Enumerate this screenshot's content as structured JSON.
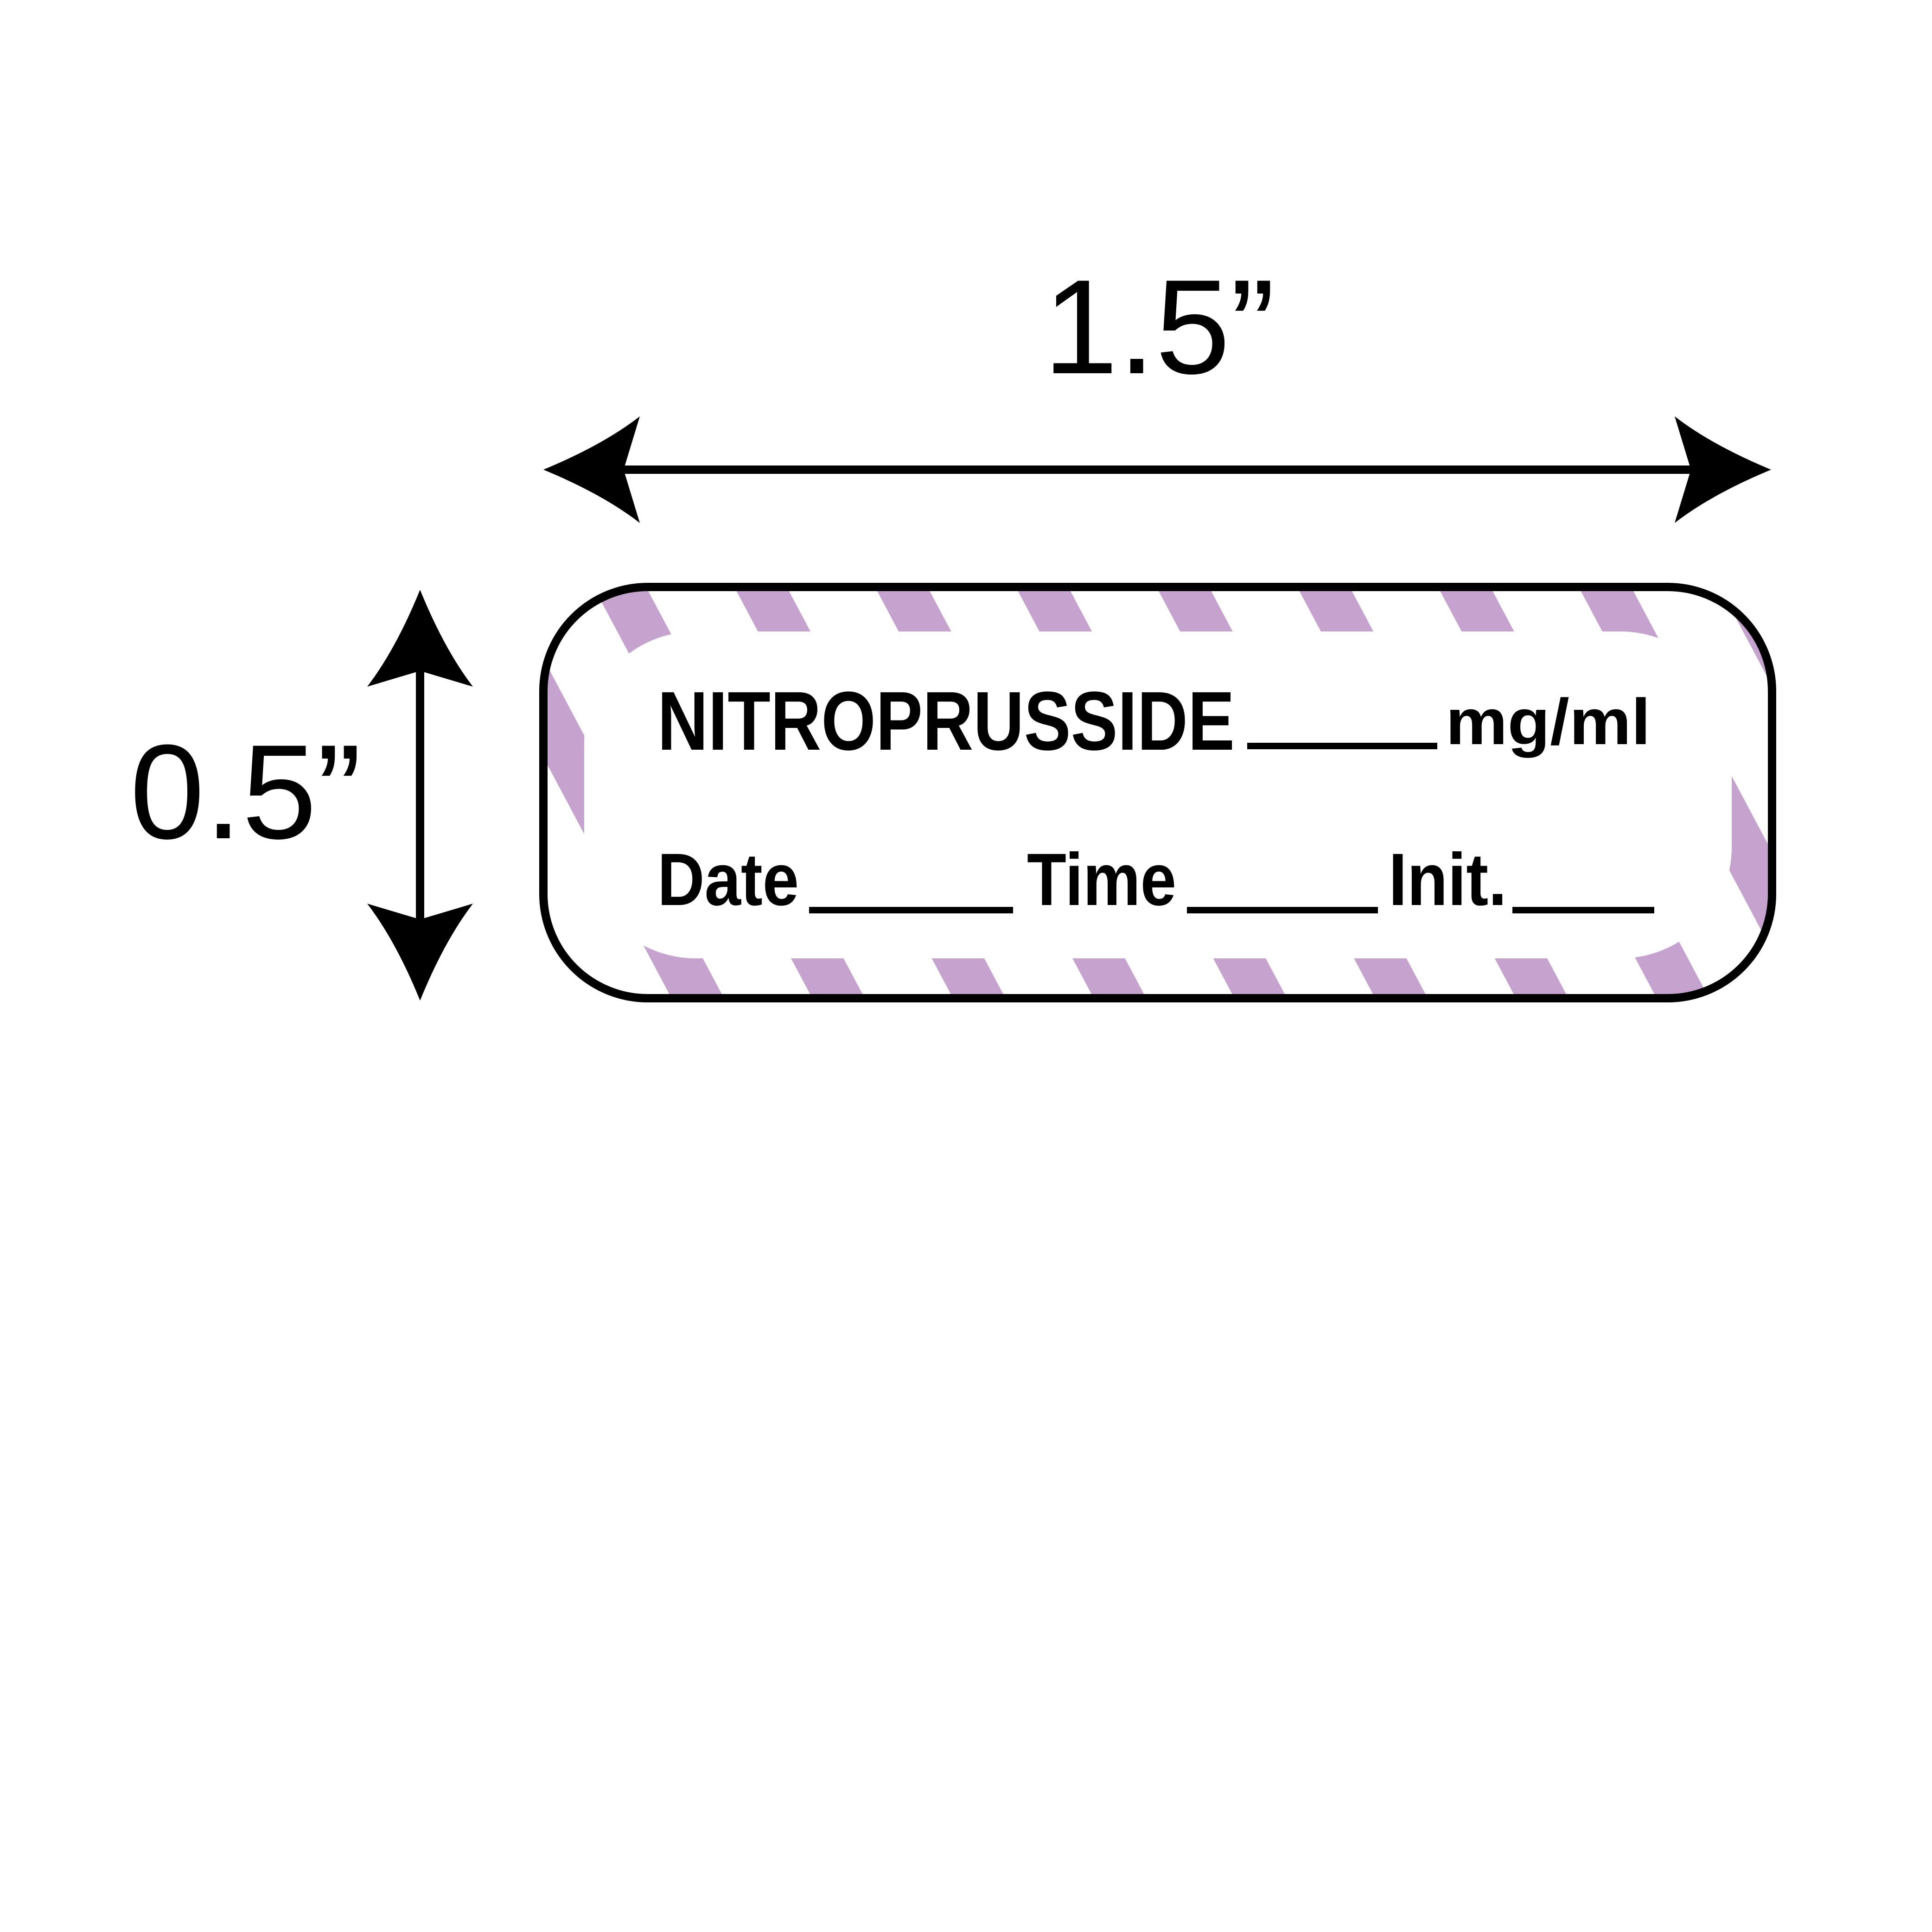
{
  "dimensions": {
    "width_label": "1.5”",
    "height_label": "0.5”"
  },
  "label": {
    "drug_name": "NITROPRUSSIDE",
    "unit": "mg/ml",
    "date_label": "Date",
    "time_label": "Time",
    "initials_label": "Init."
  },
  "colors": {
    "stripe": "#c6a3cf",
    "outline": "#000000",
    "background": "#ffffff"
  }
}
